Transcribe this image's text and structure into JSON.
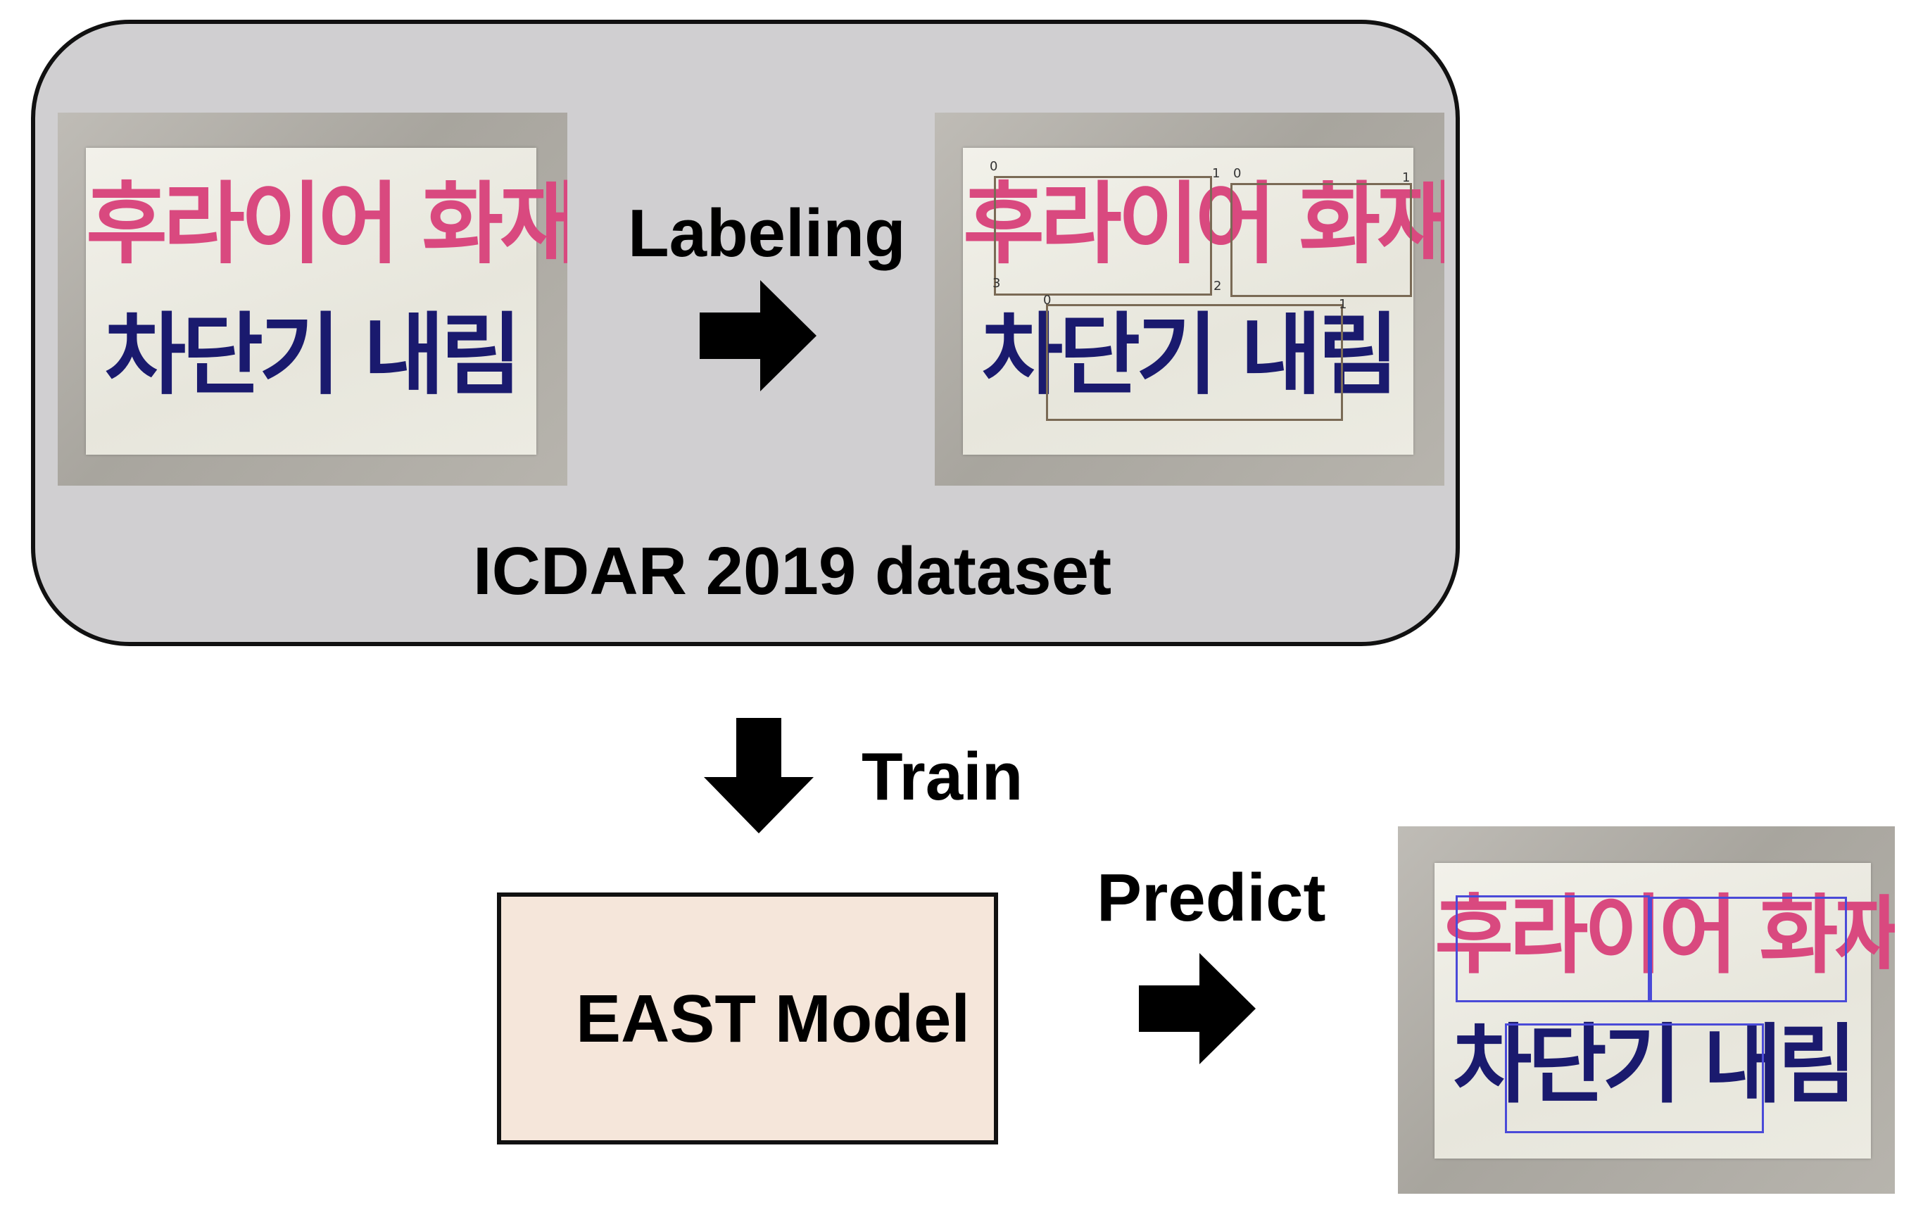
{
  "dataset_panel": {
    "title": "ICDAR 2019 dataset"
  },
  "steps": {
    "labeling": "Labeling",
    "train": "Train",
    "predict": "Predict"
  },
  "model_box": {
    "label": "EAST Model"
  },
  "sign_text": {
    "line1": "후라이어 화재시",
    "line2": "차단기 내림"
  },
  "gt_corners": [
    "0",
    "1",
    "2",
    "3"
  ],
  "colors": {
    "panel_bg": "#d0cfd1",
    "model_box_bg": "#f5e6da",
    "sign_top_text": "#d9497f",
    "sign_bottom_text": "#1a1a6e",
    "pred_box": "#4a4ad8"
  }
}
